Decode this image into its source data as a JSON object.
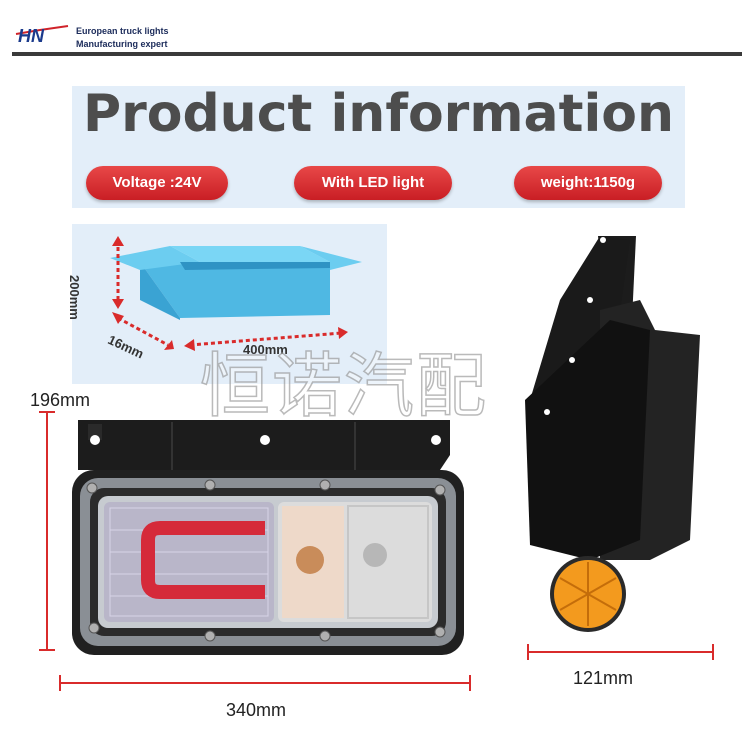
{
  "header": {
    "brand_line1": "European truck lights",
    "brand_line2": "Manufacturing expert"
  },
  "info": {
    "title": "Product information",
    "voltage": "Voltage :24V",
    "led": "With LED light",
    "weight": "weight:1150g"
  },
  "package": {
    "height": "200mm",
    "depth": "16mm",
    "width": "400mm"
  },
  "watermark": "恒诺汽配",
  "product": {
    "height": "196mm",
    "width": "340mm",
    "depth": "121mm"
  },
  "colors": {
    "accent_red": "#d0232a",
    "dim_arrow": "#d92b2b",
    "panel_blue": "#e3eef9",
    "box_blue": "#5bc3ea",
    "amber": "#f39a1e"
  }
}
